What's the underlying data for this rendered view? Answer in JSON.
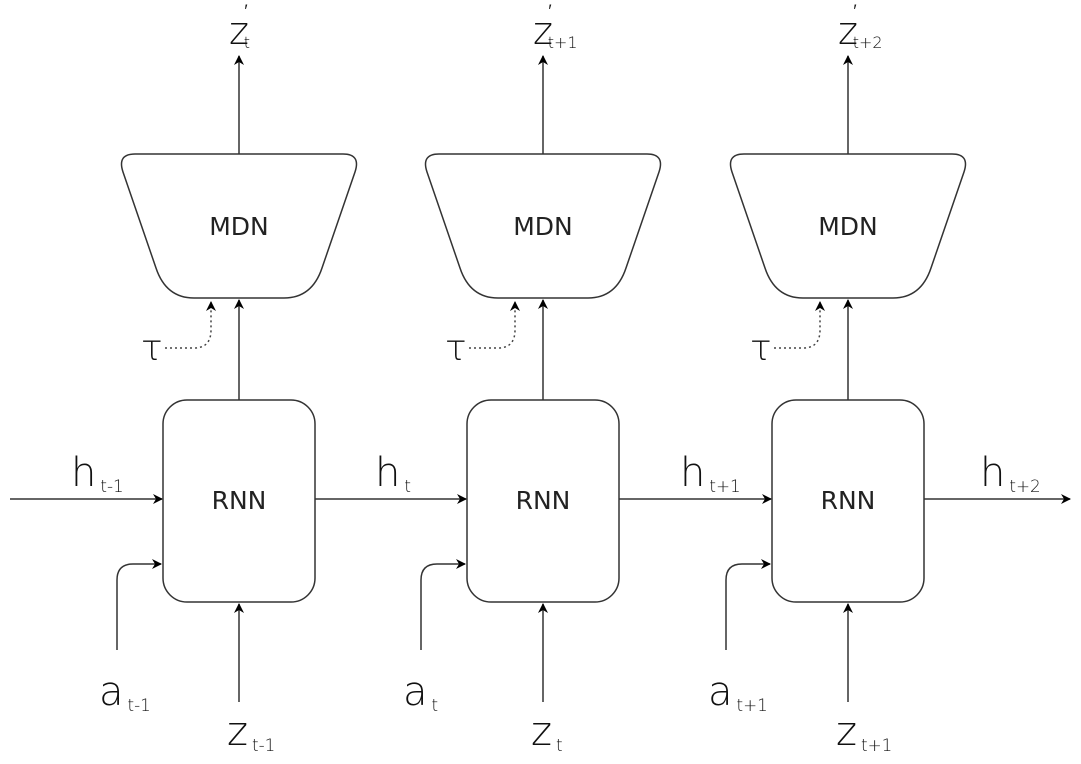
{
  "diagram": {
    "title": "",
    "cells": [
      {
        "mdn_label": "MDN",
        "rnn_label": "RNN",
        "temperature_symbol": "τ",
        "output": {
          "base": "z",
          "prime": "′",
          "sub": "t"
        },
        "hidden_in": {
          "base": "h",
          "sub": "t-1"
        },
        "action_in": {
          "base": "a",
          "sub": "t-1"
        },
        "latent_in": {
          "base": "z",
          "sub": "t-1"
        }
      },
      {
        "mdn_label": "MDN",
        "rnn_label": "RNN",
        "temperature_symbol": "τ",
        "output": {
          "base": "z",
          "prime": "′",
          "sub": "t+1"
        },
        "hidden_in": {
          "base": "h",
          "sub": "t"
        },
        "action_in": {
          "base": "a",
          "sub": "t"
        },
        "latent_in": {
          "base": "z",
          "sub": "t"
        }
      },
      {
        "mdn_label": "MDN",
        "rnn_label": "RNN",
        "temperature_symbol": "τ",
        "output": {
          "base": "z",
          "prime": "′",
          "sub": "t+2"
        },
        "hidden_in": {
          "base": "h",
          "sub": "t+1"
        },
        "action_in": {
          "base": "a",
          "sub": "t+1"
        },
        "latent_in": {
          "base": "z",
          "sub": "t+1"
        }
      }
    ],
    "hidden_out": {
      "base": "h",
      "sub": "t+2"
    }
  }
}
